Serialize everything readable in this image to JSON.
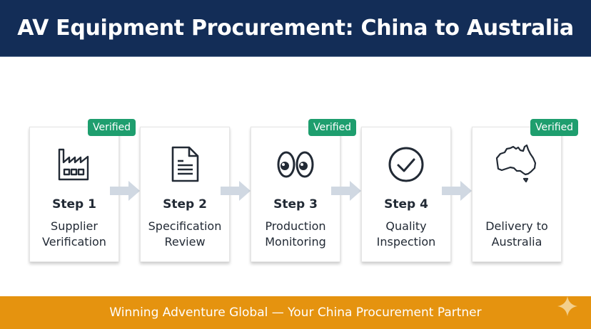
{
  "header": {
    "title": "AV Equipment Procurement: China to Australia"
  },
  "colors": {
    "header_bg": "#132d57",
    "badge_bg": "#1e9e6e",
    "footer_bg": "#e5930f",
    "arrow": "#d0d8e2",
    "text": "#222a35"
  },
  "steps": [
    {
      "step": "Step 1",
      "desc_line1": "Supplier",
      "desc_line2": "Verification",
      "icon": "factory-icon",
      "badge": "Verified"
    },
    {
      "step": "Step 2",
      "desc_line1": "Specification",
      "desc_line2": "Review",
      "icon": "document-icon",
      "badge": null
    },
    {
      "step": "Step 3",
      "desc_line1": "Production",
      "desc_line2": "Monitoring",
      "icon": "eyes-icon",
      "badge": "Verified"
    },
    {
      "step": "Step 4",
      "desc_line1": "Quality",
      "desc_line2": "Inspection",
      "icon": "check-circle-icon",
      "badge": null
    },
    {
      "step": null,
      "desc_line1": "Delivery to",
      "desc_line2": "Australia",
      "icon": "australia-map-icon",
      "badge": "Verified"
    }
  ],
  "footer": {
    "text": "Winning Adventure Global — Your China Procurement Partner"
  }
}
